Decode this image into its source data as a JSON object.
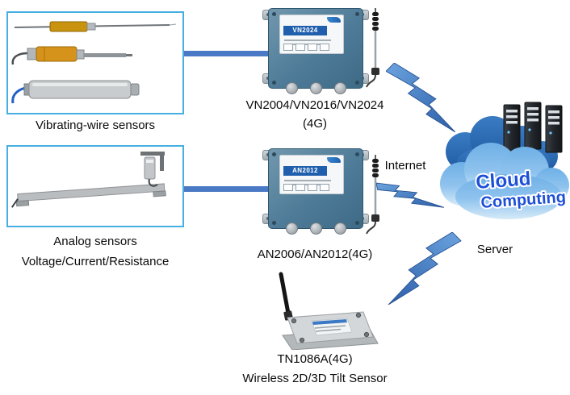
{
  "colors": {
    "panel_border": "#45b0e2",
    "connector_blue": "#4a79c6",
    "device_body_blue": "#4e7b98",
    "bolt_blue": "#3a6cb5",
    "cloud_dark_blue": "#2a66ad",
    "cloud_light_blue": "#7db6e8",
    "cloud_text_blue": "#1d4fd7"
  },
  "sensor_groups": [
    {
      "label": "Vibrating-wire sensors"
    },
    {
      "label": "Analog sensors",
      "sublabel": "Voltage/Current/Resistance"
    }
  ],
  "devices": {
    "vn": {
      "model": "VN2024",
      "caption_line1": "VN2004/VN2016/VN2024",
      "caption_line2": "(4G)"
    },
    "an": {
      "model": "AN2012",
      "caption": "AN2006/AN2012(4G)"
    },
    "tn": {
      "caption_line1": "TN1086A(4G)",
      "caption_line2": "Wireless 2D/3D Tilt Sensor"
    }
  },
  "network": {
    "internet_label": "Internet",
    "cloud_word1": "Cloud",
    "cloud_word2": "Computing",
    "server_label": "Server"
  }
}
